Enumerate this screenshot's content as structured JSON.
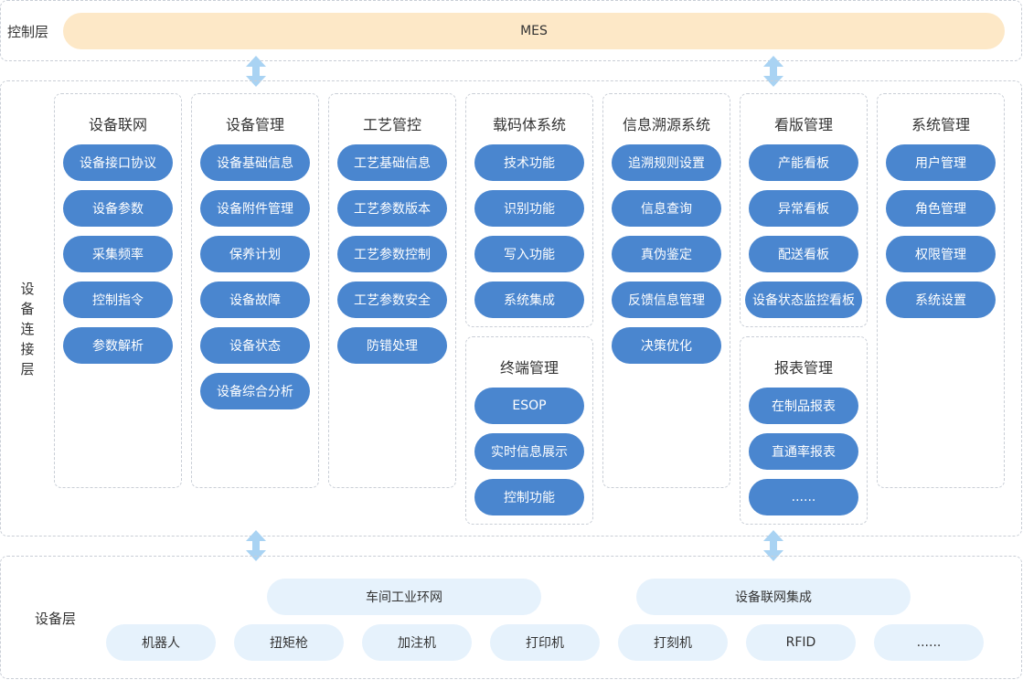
{
  "control_layer": {
    "label": "控制层",
    "mes": "MES"
  },
  "connect_layer": {
    "label": "设备连接层",
    "modules": [
      {
        "title": "设备联网",
        "items": [
          "设备接口协议",
          "设备参数",
          "采集频率",
          "控制指令",
          "参数解析"
        ]
      },
      {
        "title": "设备管理",
        "items": [
          "设备基础信息",
          "设备附件管理",
          "保养计划",
          "设备故障",
          "设备状态",
          "设备综合分析"
        ]
      },
      {
        "title": "工艺管控",
        "items": [
          "工艺基础信息",
          "工艺参数版本",
          "工艺参数控制",
          "工艺参数安全",
          "防错处理"
        ]
      },
      {
        "title": "载码体系统",
        "items": [
          "技术功能",
          "识别功能",
          "写入功能",
          "系统集成"
        ]
      },
      {
        "title": "终端管理",
        "items": [
          "ESOP",
          "实时信息展示",
          "控制功能"
        ]
      },
      {
        "title": "信息溯源系统",
        "items": [
          "追溯规则设置",
          "信息查询",
          "真伪鉴定",
          "反馈信息管理",
          "决策优化"
        ]
      },
      {
        "title": "看版管理",
        "items": [
          "产能看板",
          "异常看板",
          "配送看板",
          "设备状态监控看板"
        ]
      },
      {
        "title": "报表管理",
        "items": [
          "在制品报表",
          "直通率报表",
          "......"
        ]
      },
      {
        "title": "系统管理",
        "items": [
          "用户管理",
          "角色管理",
          "权限管理",
          "系统设置"
        ]
      }
    ]
  },
  "device_layer": {
    "label": "设备层",
    "networks": [
      "车间工业环网",
      "设备联网集成"
    ],
    "devices": [
      "机器人",
      "扭矩枪",
      "加注机",
      "打印机",
      "打刻机",
      "RFID",
      "......"
    ]
  },
  "colors": {
    "pill": "#4a86cf",
    "mes": "#fde8c7",
    "device_pill": "#e6f2fc",
    "arrow": "#a9d3f3"
  }
}
